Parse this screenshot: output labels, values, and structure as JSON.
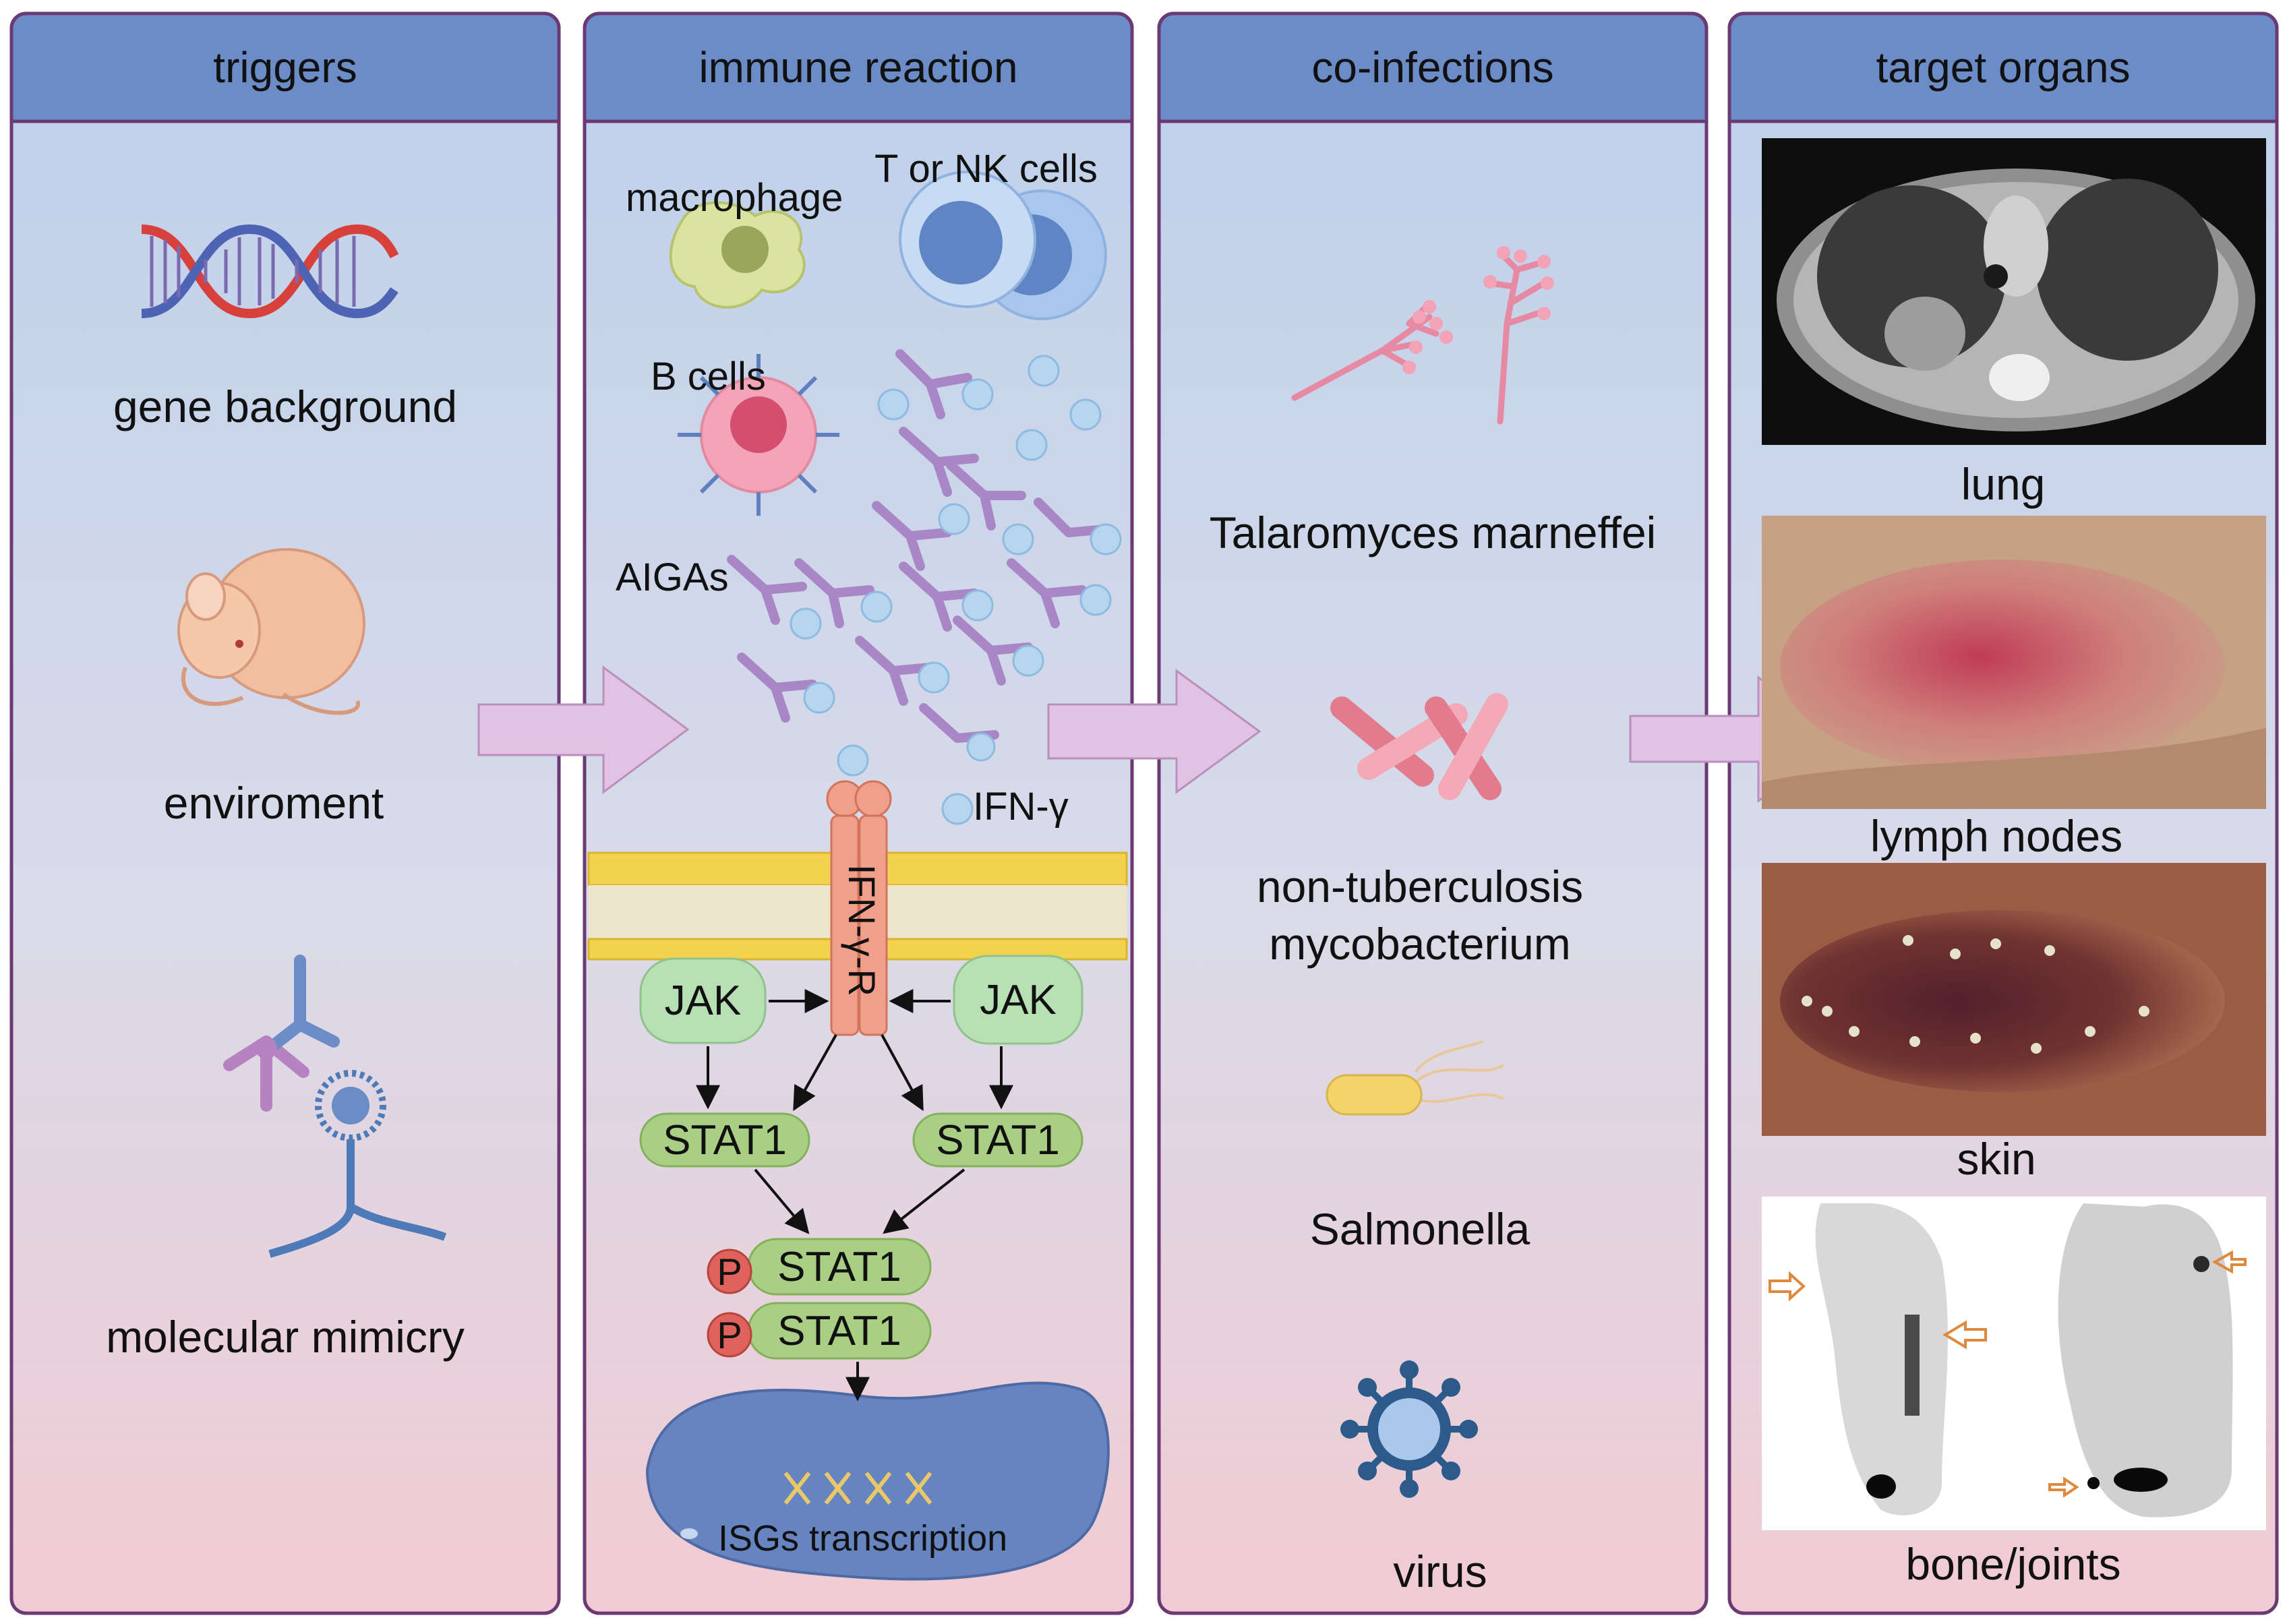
{
  "panels": {
    "triggers": {
      "title": "triggers",
      "items": [
        "gene background",
        "enviroment",
        "molecular mimicry"
      ]
    },
    "immune_reaction": {
      "title": "immune reaction",
      "cells": {
        "macrophage": "macrophage",
        "t_nk": "T or NK cells",
        "b_cells": "B cells",
        "aigas": "AIGAs",
        "ifn_gamma": "IFN-γ",
        "receptor": "IFN-γ-R"
      },
      "pathway": {
        "jak_left": "JAK",
        "jak_right": "JAK",
        "stat1_left": "STAT1",
        "stat1_right": "STAT1",
        "p_stat1_top": "STAT1",
        "p_stat1_bottom": "STAT1",
        "phospho": "P",
        "nucleus": "ISGs transcription"
      }
    },
    "co_infections": {
      "title": "co-infections",
      "items": [
        "Talaromyces marneffei",
        "non-tuberculosis",
        "mycobacterium",
        "Salmonella",
        "virus"
      ]
    },
    "target_organs": {
      "title": "target organs",
      "items": [
        "lung",
        "lymph nodes",
        "skin",
        "bone/joints"
      ]
    }
  },
  "colors": {
    "panel_border": "#6b3a74",
    "header": "#6b8cc7",
    "panel_top": "#bcd0ea",
    "panel_bottom": "#f1cbd3",
    "arrow": "#e2c2e4",
    "pill_green": "#a8cf84",
    "jak_green": "#b8e0b5",
    "receptor": "#f0a08a",
    "nucleus": "#6584c0",
    "phospho": "#e0625d"
  },
  "icons": [
    "dna-icon",
    "mouse-icon",
    "antibody-icon",
    "fungus-icon",
    "macrophage-icon",
    "lymphocyte-icon",
    "b-cell-icon",
    "talaromyces-icon",
    "mycobacterium-icon",
    "salmonella-icon",
    "virus-icon",
    "lung-ct-image",
    "lymph-node-photo",
    "skin-lesion-photo",
    "pet-scan-image"
  ]
}
